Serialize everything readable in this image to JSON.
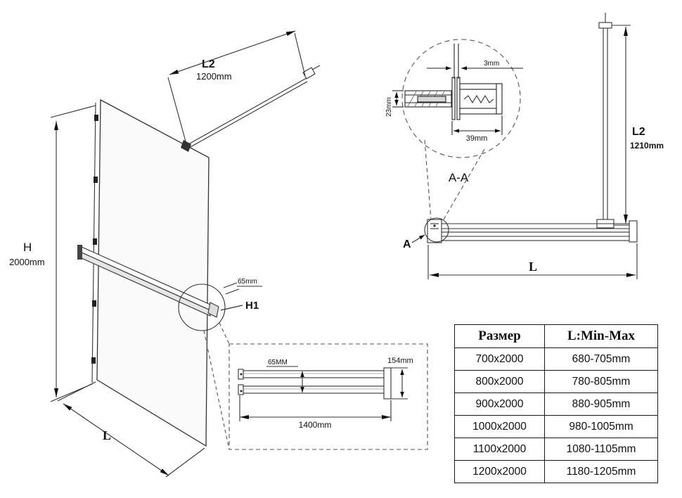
{
  "isometric": {
    "h_label": "H",
    "h_value": "2000mm",
    "l2_label": "L2",
    "l2_value": "1200mm",
    "l_label": "L",
    "bar_offset": "65mm",
    "h1_label": "H1"
  },
  "bar_detail": {
    "offset": "65MM",
    "height": "154mm",
    "length": "1400mm"
  },
  "section": {
    "label": "A-A",
    "gap": "3mm",
    "tube": "23mm",
    "width": "39mm"
  },
  "front": {
    "l2_label": "L2",
    "l2_value": "1210mm",
    "l_label": "L",
    "detail_marker": "A"
  },
  "size_table": {
    "headers": [
      "Размер",
      "L:Min-Max"
    ],
    "rows": [
      {
        "size": "700x2000",
        "range": "680-705mm"
      },
      {
        "size": "800x2000",
        "range": "780-805mm"
      },
      {
        "size": "900x2000",
        "range": "880-905mm"
      },
      {
        "size": "1000x2000",
        "range": "980-1005mm"
      },
      {
        "size": "1100x2000",
        "range": "1080-1105mm"
      },
      {
        "size": "1200x2000",
        "range": "1180-1205mm"
      }
    ]
  }
}
